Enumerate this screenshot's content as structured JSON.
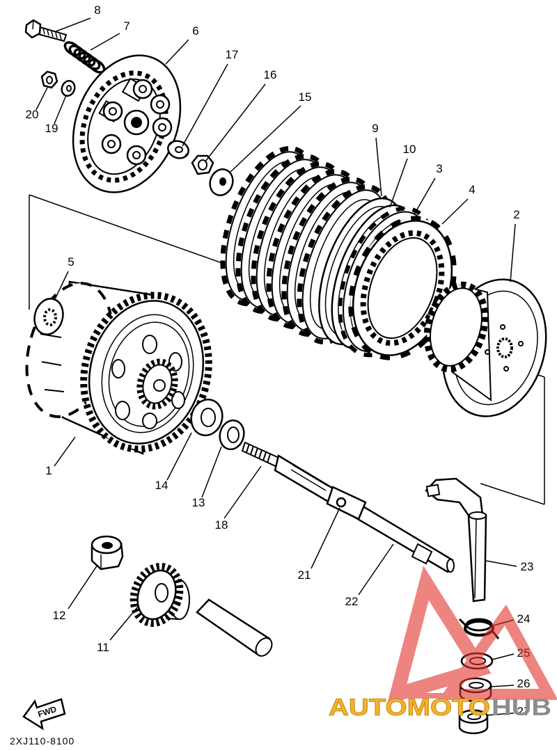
{
  "diagram": {
    "callouts": [
      "1",
      "2",
      "3",
      "4",
      "5",
      "6",
      "7",
      "8",
      "9",
      "10",
      "11",
      "12",
      "13",
      "14",
      "15",
      "16",
      "17",
      "18",
      "19",
      "20",
      "21",
      "22",
      "23",
      "24",
      "25",
      "26",
      "27"
    ],
    "fwd_label": "FWD",
    "drawing_code": "2XJ110-8100"
  },
  "watermark": {
    "text_left": "AUTOMOTO",
    "text_right": "HUB"
  },
  "colors": {
    "line": "#000000",
    "background": "#ffffff",
    "watermark_red": "#e2332b",
    "watermark_orange": "#f4b22e",
    "watermark_gray": "#8c8c8c"
  }
}
